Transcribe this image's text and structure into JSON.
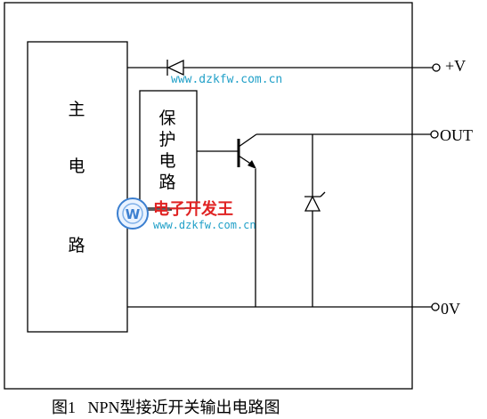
{
  "main_block": {
    "chars": [
      "主",
      "电",
      "路"
    ]
  },
  "protect_block": {
    "chars": [
      "保",
      "护",
      "电",
      "路"
    ]
  },
  "terminals": {
    "vplus": "+V",
    "out": "OUT",
    "zero": "0V"
  },
  "caption": "图1   NPN型接近开关输出电路图",
  "watermark": {
    "url_top": "www.dzkfw.com.cn",
    "logo_text": "电子开发王",
    "url_bottom": "www.dzkfw.com.cn",
    "logo_letter": "W",
    "colors": {
      "url": "#21a0c8",
      "title": "#e02323",
      "logo_ring": "#3b7fd0"
    }
  }
}
